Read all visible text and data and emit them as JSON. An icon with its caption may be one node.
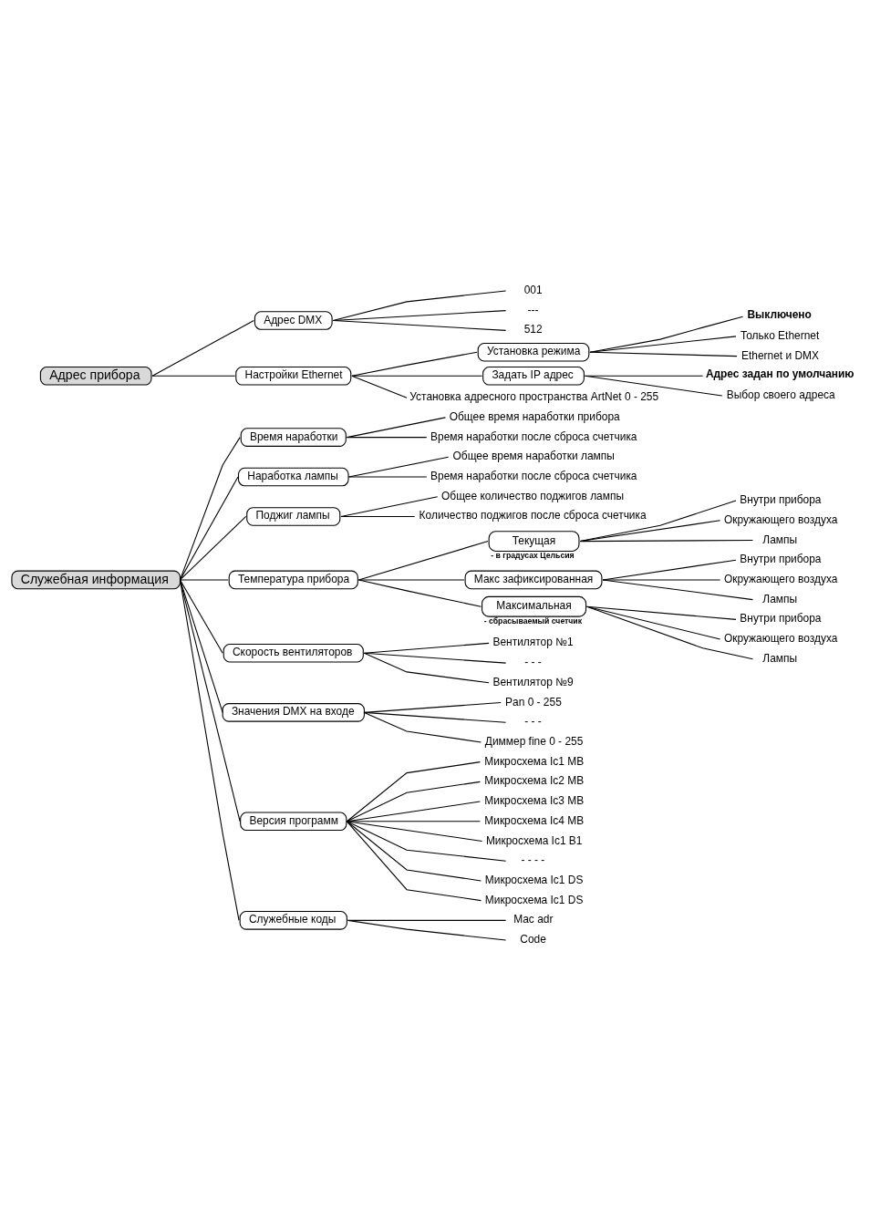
{
  "diagram": {
    "nodes": [
      {
        "text": [
          "Адрес прибора"
        ]
      },
      {
        "text": [
          "Адрес DMX"
        ]
      },
      {
        "text": [
          "001"
        ]
      },
      {
        "text": [
          "---"
        ]
      },
      {
        "text": [
          "512"
        ]
      },
      {
        "text": [
          "Настройки Ethernet"
        ]
      },
      {
        "text": [
          "Установка режима"
        ]
      },
      {
        "text": [
          "**Выключено**"
        ]
      },
      {
        "text": [
          "Только Ethernet"
        ]
      },
      {
        "text": [
          "Ethernet и DMX"
        ]
      },
      {
        "text": [
          "Задать IP адрес"
        ]
      },
      {
        "text": [
          "**Адрес задан по умолчанию**"
        ]
      },
      {
        "text": [
          "Выбор своего адреса"
        ]
      },
      {
        "text": [
          "Установка адресного пространства ArtNet 0 - 255"
        ]
      },
      {
        "text": [
          "Служебная информация"
        ]
      },
      {
        "text": [
          "Время наработки"
        ]
      },
      {
        "text": [
          "Общее время наработки прибора"
        ]
      },
      {
        "text": [
          "Время наработки после сброса счетчика"
        ]
      },
      {
        "text": [
          "Наработка лампы"
        ]
      },
      {
        "text": [
          "Общее время наработки лампы"
        ]
      },
      {
        "text": [
          "Время наработки после сброса счетчика"
        ]
      },
      {
        "text": [
          "Поджиг лампы"
        ]
      },
      {
        "text": [
          "Общее количество поджигов лампы"
        ]
      },
      {
        "text": [
          "Количество поджигов после сброса счетчика"
        ]
      },
      {
        "text": [
          "Температура прибора"
        ]
      },
      {
        "text": [
          "Текущая"
        ],
        "beside": [
          "- в градусах Цельсия"
        ]
      },
      {
        "text": [
          "Внутри прибора"
        ]
      },
      {
        "text": [
          "Окружающего воздуха"
        ]
      },
      {
        "text": [
          "Лампы"
        ]
      },
      {
        "text": [
          "Макс зафиксированная"
        ]
      },
      {
        "text": [
          "Внутри прибора"
        ]
      },
      {
        "text": [
          "Окружающего воздуха"
        ]
      },
      {
        "text": [
          "Лампы"
        ]
      },
      {
        "text": [
          "Максимальная"
        ],
        "beside": [
          "- сбрасываемый счетчик"
        ]
      },
      {
        "text": [
          "Внутри прибора"
        ]
      },
      {
        "text": [
          "Окружающего воздуха"
        ]
      },
      {
        "text": [
          "Лампы"
        ]
      },
      {
        "text": [
          "Скорость вентиляторов"
        ]
      },
      {
        "text": [
          "Вентилятор №1"
        ]
      },
      {
        "text": [
          "- - -"
        ]
      },
      {
        "text": [
          "Вентилятор №9"
        ]
      },
      {
        "text": [
          "Значения DMX на входе"
        ]
      },
      {
        "text": [
          "Pan 0 - 255"
        ]
      },
      {
        "text": [
          "- - -"
        ]
      },
      {
        "text": [
          "Диммер fine 0 - 255"
        ]
      },
      {
        "text": [
          "Версия программ"
        ]
      },
      {
        "text": [
          "Микросхема Ic1 MB"
        ]
      },
      {
        "text": [
          "Микросхема Ic2 MB"
        ]
      },
      {
        "text": [
          "Микросхема Ic3 MB"
        ]
      },
      {
        "text": [
          "Микросхема Ic4 MB"
        ]
      },
      {
        "text": [
          "Микросхема Ic1 B1"
        ]
      },
      {
        "text": [
          "- - - -"
        ]
      },
      {
        "text": [
          "Микросхема Ic1 DS"
        ]
      },
      {
        "text": [
          "Микросхема Ic1 DS"
        ]
      },
      {
        "text": [
          "Служебные коды"
        ]
      },
      {
        "text": [
          "Mac adr"
        ]
      },
      {
        "text": [
          "Code"
        ]
      }
    ],
    "edges": [
      {
        "from": 0,
        "to": 1,
        "arrow": "none"
      },
      {
        "from": 1,
        "to": 2,
        "arrow": "none"
      },
      {
        "from": 1,
        "to": 3,
        "arrow": "none"
      },
      {
        "from": 1,
        "to": 4,
        "arrow": "none"
      },
      {
        "from": 0,
        "to": 5,
        "arrow": "none"
      },
      {
        "from": 5,
        "to": 6,
        "arrow": "none"
      },
      {
        "from": 6,
        "to": 7,
        "arrow": "none"
      },
      {
        "from": 6,
        "to": 8,
        "arrow": "none"
      },
      {
        "from": 6,
        "to": 9,
        "arrow": "none"
      },
      {
        "from": 5,
        "to": 10,
        "arrow": "none"
      },
      {
        "from": 10,
        "to": 11,
        "arrow": "none"
      },
      {
        "from": 10,
        "to": 12,
        "arrow": "none"
      },
      {
        "from": 5,
        "to": 13,
        "arrow": "none"
      },
      {
        "from": 14,
        "to": 15,
        "arrow": "none"
      },
      {
        "from": 15,
        "to": 16,
        "arrow": "none"
      },
      {
        "from": 15,
        "to": 17,
        "arrow": "none"
      },
      {
        "from": 14,
        "to": 18,
        "arrow": "none"
      },
      {
        "from": 18,
        "to": 19,
        "arrow": "none"
      },
      {
        "from": 18,
        "to": 20,
        "arrow": "none"
      },
      {
        "from": 14,
        "to": 21,
        "arrow": "none"
      },
      {
        "from": 21,
        "to": 22,
        "arrow": "none"
      },
      {
        "from": 21,
        "to": 23,
        "arrow": "none"
      },
      {
        "from": 14,
        "to": 24,
        "arrow": "none"
      },
      {
        "from": 24,
        "to": 25,
        "arrow": "none"
      },
      {
        "from": 25,
        "to": 26,
        "arrow": "none"
      },
      {
        "from": 25,
        "to": 27,
        "arrow": "none"
      },
      {
        "from": 25,
        "to": 28,
        "arrow": "none"
      },
      {
        "from": 24,
        "to": 29,
        "arrow": "none"
      },
      {
        "from": 29,
        "to": 30,
        "arrow": "none"
      },
      {
        "from": 29,
        "to": 31,
        "arrow": "none"
      },
      {
        "from": 29,
        "to": 32,
        "arrow": "none"
      },
      {
        "from": 24,
        "to": 33,
        "arrow": "none"
      },
      {
        "from": 33,
        "to": 34,
        "arrow": "none"
      },
      {
        "from": 33,
        "to": 35,
        "arrow": "none"
      },
      {
        "from": 33,
        "to": 36,
        "arrow": "none"
      },
      {
        "from": 14,
        "to": 37,
        "arrow": "none"
      },
      {
        "from": 37,
        "to": 38,
        "arrow": "none"
      },
      {
        "from": 37,
        "to": 39,
        "arrow": "none"
      },
      {
        "from": 37,
        "to": 40,
        "arrow": "none"
      },
      {
        "from": 14,
        "to": 41,
        "arrow": "none"
      },
      {
        "from": 41,
        "to": 42,
        "arrow": "none"
      },
      {
        "from": 41,
        "to": 43,
        "arrow": "none"
      },
      {
        "from": 41,
        "to": 44,
        "arrow": "none"
      },
      {
        "from": 14,
        "to": 45,
        "arrow": "none"
      },
      {
        "from": 45,
        "to": 46,
        "arrow": "none"
      },
      {
        "from": 45,
        "to": 47,
        "arrow": "none"
      },
      {
        "from": 45,
        "to": 48,
        "arrow": "none"
      },
      {
        "from": 45,
        "to": 49,
        "arrow": "none"
      },
      {
        "from": 45,
        "to": 50,
        "arrow": "none"
      },
      {
        "from": 45,
        "to": 51,
        "arrow": "none"
      },
      {
        "from": 45,
        "to": 52,
        "arrow": "none"
      },
      {
        "from": 45,
        "to": 53,
        "arrow": "none"
      },
      {
        "from": 14,
        "to": 54,
        "arrow": "none"
      },
      {
        "from": 54,
        "to": 55,
        "arrow": "none"
      },
      {
        "from": 54,
        "to": 56,
        "arrow": "none"
      }
    ]
  }
}
